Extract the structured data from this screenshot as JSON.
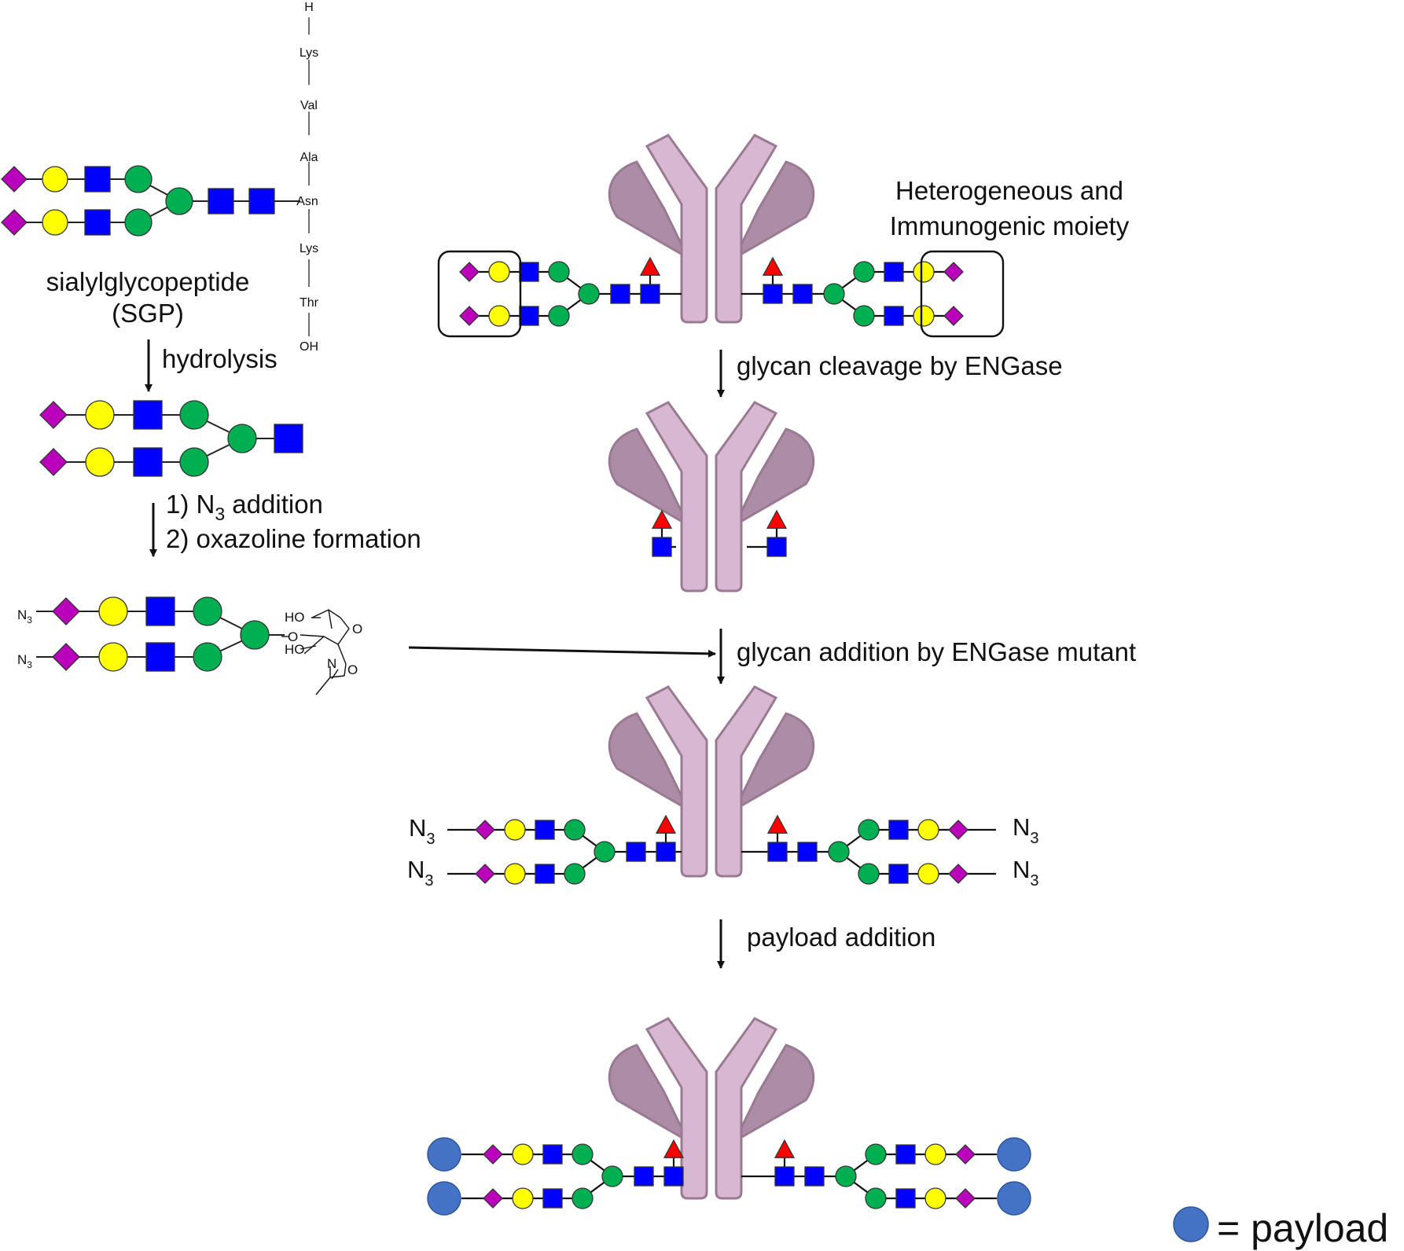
{
  "peptide": {
    "residues": [
      "H",
      "Lys",
      "Val",
      "Ala",
      "Asn",
      "Lys",
      "Thr",
      "OH"
    ]
  },
  "labels": {
    "sgp_name": "sialylglycopeptide",
    "sgp_abbrev": "(SGP)",
    "hydrolysis": "hydrolysis",
    "step1_prefix": "1) N",
    "step1_sub": "3",
    "step1_suffix": " addition",
    "step2": "2) oxazoline formation",
    "heterogeneous_1": "Heterogeneous and",
    "heterogeneous_2": "Immunogenic moiety",
    "cleavage": "glycan cleavage by ENGase",
    "glycan_addition": "glycan addition by ENGase mutant",
    "payload_addition": "payload addition",
    "payload_legend": "= payload"
  },
  "azide": {
    "main": "N",
    "sub": "3"
  },
  "oxazoline": {
    "ho": "HO",
    "o": "O",
    "n": "N"
  },
  "colors": {
    "sialic_acid": "#bb00bb",
    "galactose": "#ffff00",
    "glcnac": "#0000ff",
    "mannose": "#00b050",
    "fucose": "#ff0000",
    "payload": "#4472c4",
    "antibody_body": "#d8b8d0",
    "antibody_fab": "#ad8ca5",
    "antibody_stroke": "#9a7a92"
  }
}
